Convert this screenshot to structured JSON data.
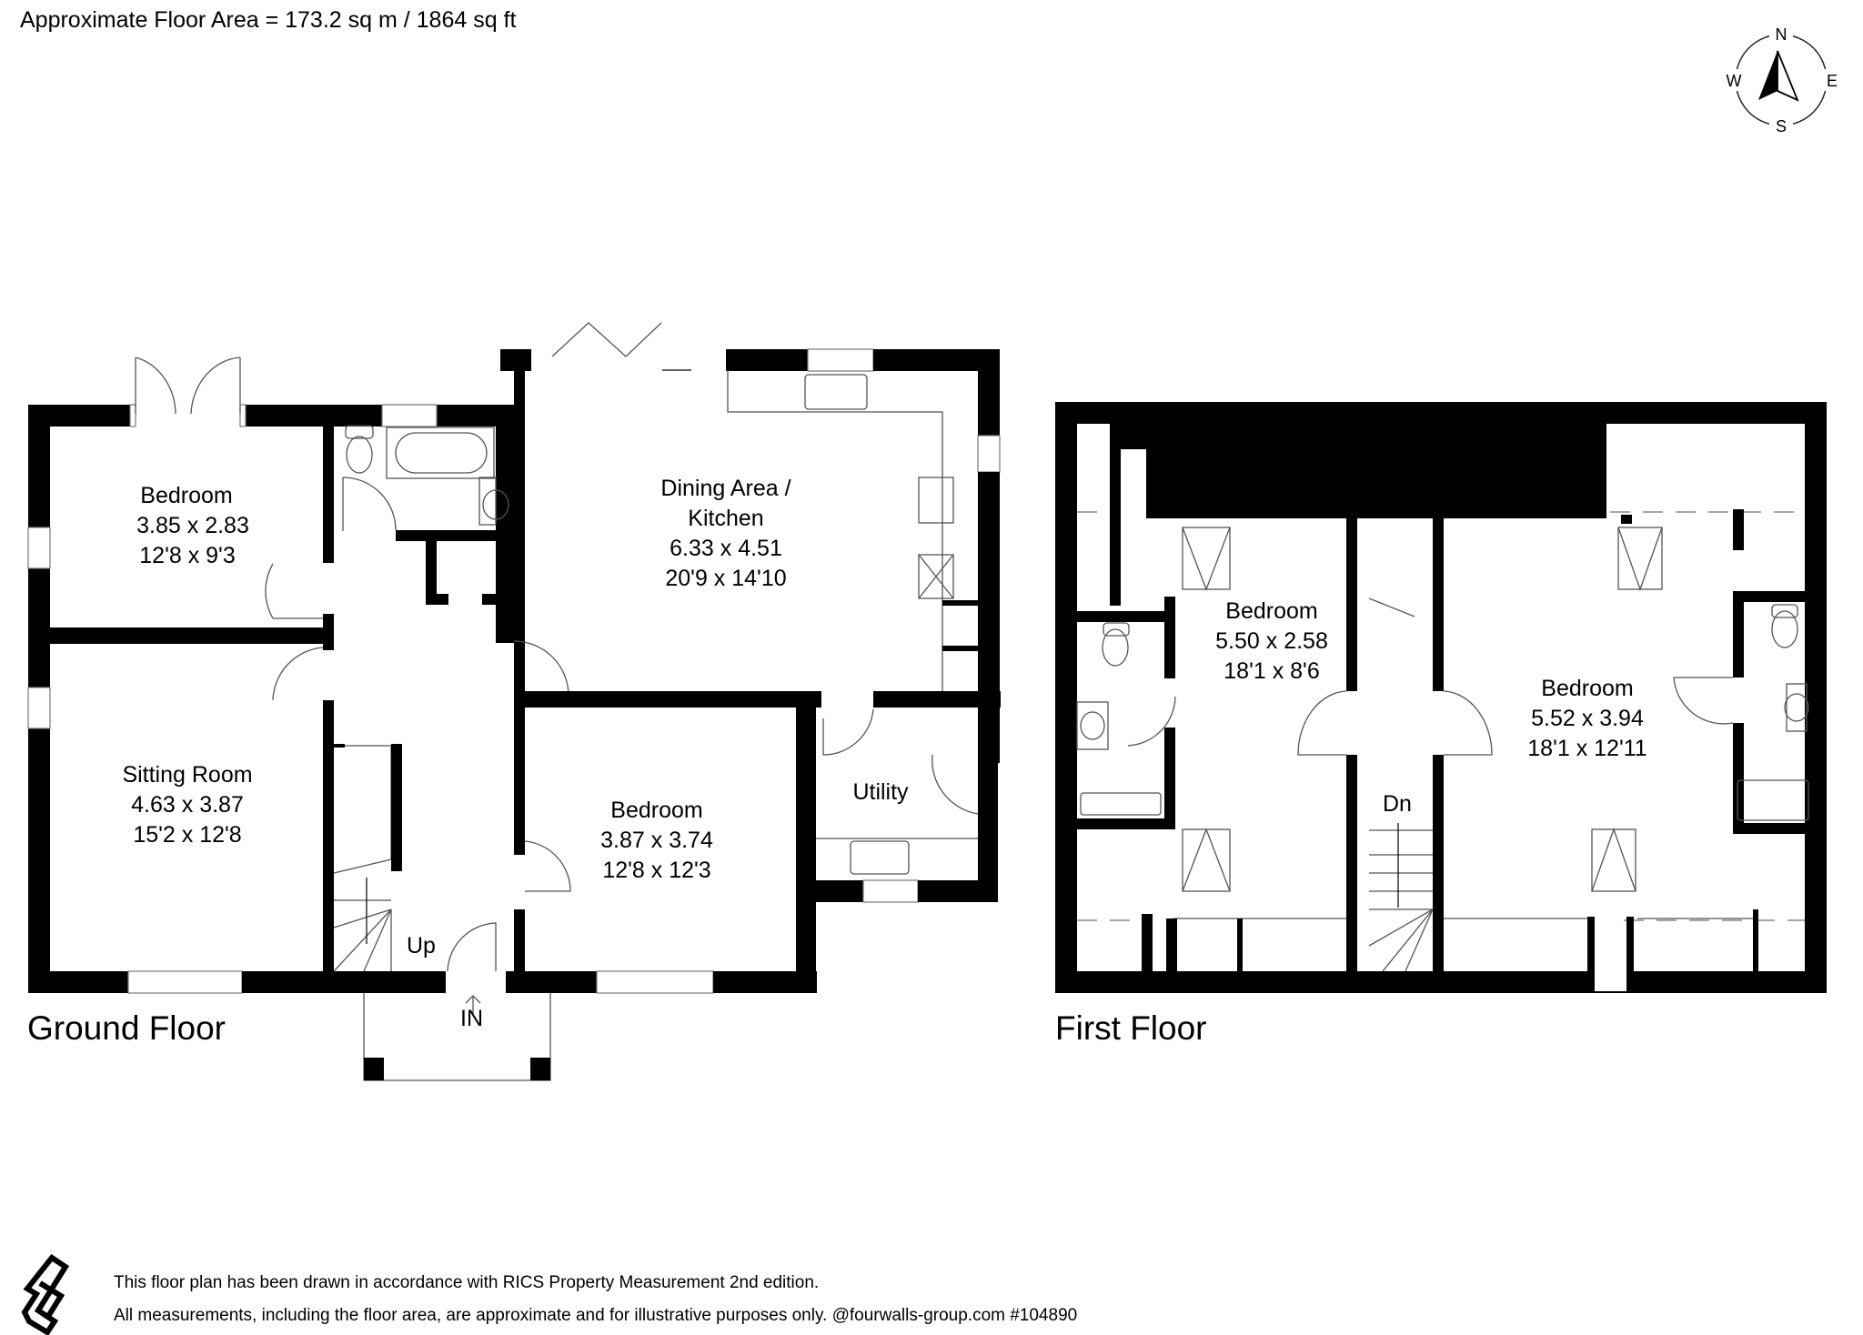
{
  "header": {
    "area_title": "Approximate Floor Area = 173.2 sq m / 1864 sq ft"
  },
  "compass": {
    "north": "N",
    "east": "E",
    "south": "S",
    "west": "W",
    "icon": "north-arrow-icon"
  },
  "ground_floor": {
    "label": "Ground Floor",
    "rooms": [
      {
        "name": "Bedroom",
        "metric": "3.85 x 2.83",
        "imperial": "12'8 x 9'3"
      },
      {
        "name": "Sitting Room",
        "metric": "4.63 x 3.87",
        "imperial": "15'2 x 12'8"
      },
      {
        "name": "Dining Area /",
        "name_line2": "Kitchen",
        "metric": "6.33 x 4.51",
        "imperial": "20'9 x 14'10"
      },
      {
        "name": "Bedroom",
        "metric": "3.87 x 3.74",
        "imperial": "12'8 x 12'3"
      },
      {
        "name": "Utility"
      }
    ],
    "stairs_label": "Up",
    "entrance_label": "IN"
  },
  "first_floor": {
    "label": "First Floor",
    "rooms": [
      {
        "name": "Bedroom",
        "metric": "5.50 x 2.58",
        "imperial": "18'1 x 8'6"
      },
      {
        "name": "Bedroom",
        "metric": "5.52 x 3.94",
        "imperial": "18'1 x 12'11"
      }
    ],
    "stairs_label": "Dn"
  },
  "footer": {
    "logo_icon": "fourwalls-logo-icon",
    "line1": "This floor plan has been drawn in accordance with RICS Property Measurement 2nd edition.",
    "line2": "All measurements, including the floor area, are approximate and for illustrative purposes only. @fourwalls-group.com #104890"
  },
  "colors": {
    "wall": "#000000",
    "fixture_line": "#555555",
    "background": "#ffffff"
  }
}
